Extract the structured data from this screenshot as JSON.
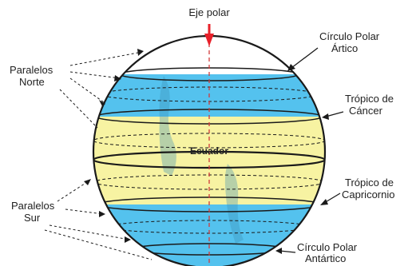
{
  "labels": {
    "axis": "Eje polar",
    "arctic_line1": "Círculo Polar",
    "arctic_line2": "Ártico",
    "cancer_line1": "Trópico de",
    "cancer_line2": "Cáncer",
    "capricorn_line1": "Trópico de",
    "capricorn_line2": "Capricornio",
    "antarctic_line1": "Círculo Polar",
    "antarctic_line2": "Antártico",
    "north_line1": "Paralelos",
    "north_line2": "Norte",
    "south_line1": "Paralelos",
    "south_line2": "Sur",
    "equator": "Ecuador"
  },
  "colors": {
    "ocean": "#54c2ee",
    "tropics": "#f7f3a2",
    "polar": "#ffffff",
    "outline": "#1a1a1a",
    "axis_arrow": "#e8202a",
    "axis_line": "#d23a3a"
  }
}
